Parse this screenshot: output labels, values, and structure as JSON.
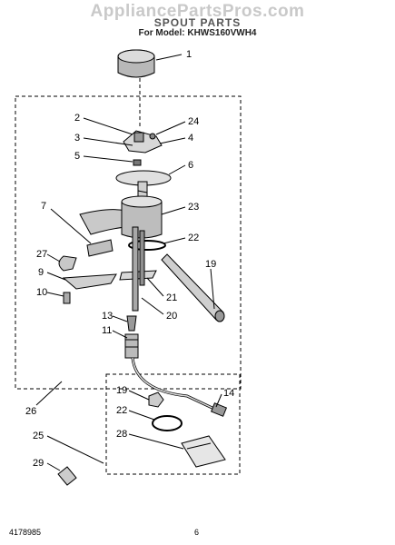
{
  "header": {
    "watermark": "AppliancePartsPros.com",
    "title": "SPOUT PARTS",
    "model_line": "For Model: KHWS160VWH4"
  },
  "callouts": [
    "1",
    "2",
    "24",
    "3",
    "4",
    "5",
    "6",
    "7",
    "23",
    "22",
    "27",
    "19",
    "9",
    "21",
    "10",
    "20",
    "13",
    "11",
    "26",
    "19",
    "14",
    "22",
    "28",
    "25",
    "29"
  ],
  "footer": {
    "doc_number": "4178985",
    "page_number": "6"
  }
}
